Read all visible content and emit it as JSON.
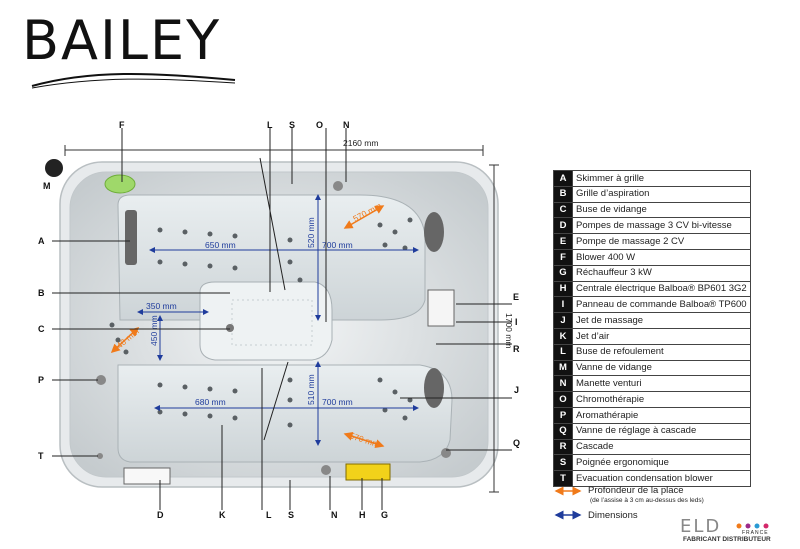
{
  "brand": {
    "name": "BAILEY"
  },
  "callouts": {
    "top": [
      "F",
      "L",
      "S",
      "O",
      "N"
    ],
    "bottom": [
      "D",
      "K",
      "L",
      "S",
      "N",
      "H",
      "G"
    ],
    "left": [
      "M",
      "A",
      "B",
      "C",
      "P",
      "T"
    ],
    "right": [
      "E",
      "I",
      "R",
      "J",
      "Q"
    ]
  },
  "dimensions": {
    "width": "2160 mm",
    "height": "1700 mm",
    "seat_top_len": "650 mm",
    "seat_top_len2": "700 mm",
    "seat_top_depth": "520 mm",
    "lounger_width": "350 mm",
    "lounger_depth": "450 mm",
    "seat_bottom_len": "680 mm",
    "seat_bottom_len2": "700 mm",
    "seat_bottom_depth": "510 mm",
    "depth_top": "570 mm",
    "depth_left": "440 mm",
    "depth_bottom": "570 mm"
  },
  "legend": [
    {
      "key": "A",
      "label": "Skimmer à grille"
    },
    {
      "key": "B",
      "label": "Grille d’aspiration"
    },
    {
      "key": "C",
      "label": "Buse de vidange"
    },
    {
      "key": "D",
      "label": "Pompes de massage 3 CV bi-vitesse"
    },
    {
      "key": "E",
      "label": "Pompe de massage 2 CV"
    },
    {
      "key": "F",
      "label": "Blower 400 W"
    },
    {
      "key": "G",
      "label": "Réchauffeur 3 kW"
    },
    {
      "key": "H",
      "label": "Centrale électrique Balboa® BP601 3G2"
    },
    {
      "key": "I",
      "label": "Panneau de commande Balboa® TP600"
    },
    {
      "key": "J",
      "label": "Jet de massage"
    },
    {
      "key": "K",
      "label": "Jet d’air"
    },
    {
      "key": "L",
      "label": "Buse de refoulement"
    },
    {
      "key": "M",
      "label": "Vanne de vidange"
    },
    {
      "key": "N",
      "label": "Manette venturi"
    },
    {
      "key": "O",
      "label": "Chromothérapie"
    },
    {
      "key": "P",
      "label": "Aromathérapie"
    },
    {
      "key": "Q",
      "label": "Vanne de réglage à cascade"
    },
    {
      "key": "R",
      "label": "Cascade"
    },
    {
      "key": "S",
      "label": "Poignée ergonomique"
    },
    {
      "key": "T",
      "label": "Evacuation condensation blower"
    }
  ],
  "notes": {
    "depth_label": "Profondeur de la place",
    "depth_sub": "(de l’assise à 3 cm au-dessus des leds)",
    "dimensions_label": "Dimensions"
  },
  "footer": {
    "logo": "ELD",
    "logo_country": "FRANCE",
    "tagline": "FABRICANT DISTRIBUTEUR"
  },
  "colors": {
    "orange": "#f07a1a",
    "blue": "#1f3c9c",
    "green": "#9fd86a"
  }
}
